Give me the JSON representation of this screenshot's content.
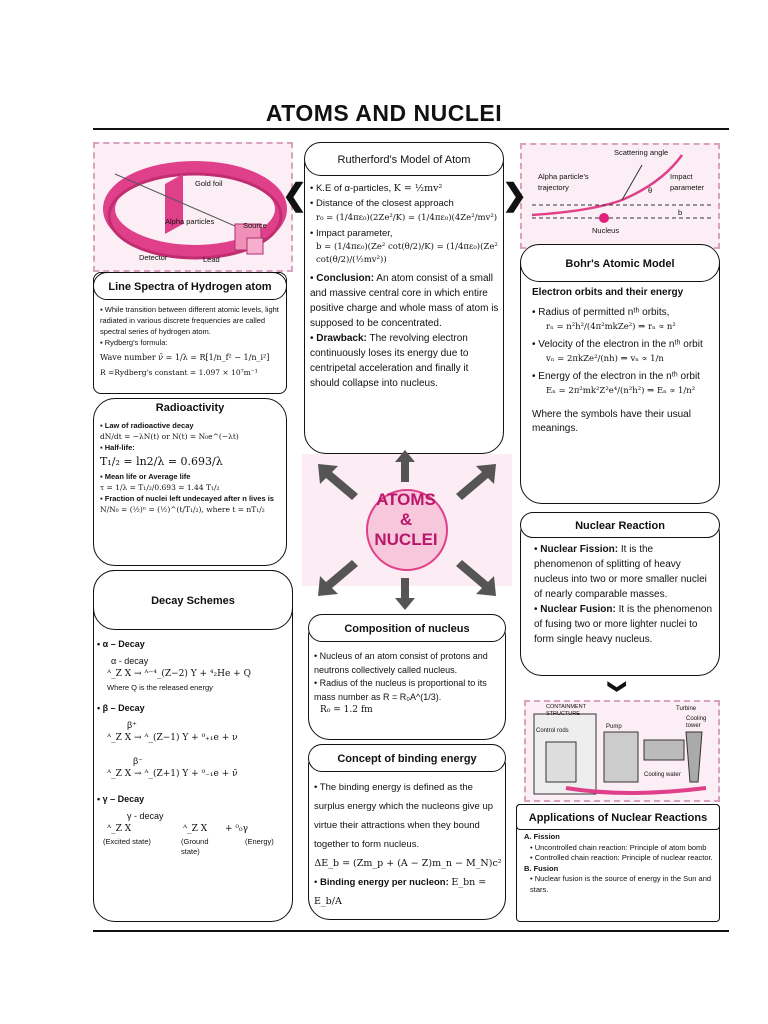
{
  "title": "ATOMS AND NUCLEI",
  "rutherford": {
    "heading": "Rutherford's Model of Atom",
    "ke_label": "K.E of α-particles,",
    "ke_formula": "K = ½mv²",
    "closest": "Distance of the closest approach",
    "r0_formula": "r₀ = (1/4πε₀)(2Ze²/K) = (1/4πε₀)(4Ze²/mv²)",
    "impact": "Impact parameter,",
    "b_formula": "b = (1/4πε₀)(Ze² cot(θ/2)/K) = (1/4πε₀)(Ze² cot(θ/2)/(½mv²))",
    "conclusion_label": "Conclusion:",
    "conclusion": " An atom consist of a small and massive central core in which entire positive charge and whole mass of atom is supposed to be concentrated.",
    "drawback_label": "Drawback:",
    "drawback": " The revolving electron continuously loses its energy due to centripetal acceleration and finally it should collapse into nucleus."
  },
  "gold_foil_img": {
    "gold_foil": "Gold foil",
    "alpha": "Alpha particles",
    "source": "Source",
    "detector": "Detector",
    "lead": "Lead"
  },
  "scatter_img": {
    "angle": "Scattering angle",
    "trajectory": "Alpha particle's trajectory",
    "impact": "Impact parameter",
    "theta": "θ",
    "b": "b",
    "nucleus": "Nucleus"
  },
  "line_spectra": {
    "heading": "Line Spectra of Hydrogen atom",
    "p1": "While transition between different atomic levels, light radiated in various discrete frequencies are called spectral series of hydrogen atom.",
    "p2": "Rydberg's formula:",
    "wave": "Wave number  ν̄ = 1/λ = R[1/n_f² − 1/n_i²]",
    "const": "R =Rydberg's constant = 1.097 × 10⁷m⁻¹"
  },
  "radioactivity": {
    "heading": "Radioactivity",
    "law": "Law of radioactive decay",
    "law_f": "dN/dt = −λN(t)  or  N(t) = N₀e^(−λt)",
    "half": "Half-life:",
    "half_f": "T₁/₂ = ln2/λ = 0.693/λ",
    "mean": "Mean life or Average life",
    "mean_f": "τ = 1/λ = T₁/₂/0.693 = 1.44 T₁/₂",
    "frac": "Fraction of nuclei left undecayed after n lives is",
    "frac_f": "N/N₀ = (½)ⁿ = (½)^(t/T₁/₂), where  t = nT₁/₂"
  },
  "bohr": {
    "heading": "Bohr's Atomic Model",
    "sub": "Electron orbits and their energy",
    "r_label": "Radius of permitted nᵗʰ orbits,",
    "r_f": "rₙ = n²h²/(4π²mkZe²) ⇒ rₙ ∝ n²",
    "v_label": "Velocity of the electron in the nᵗʰ orbit",
    "v_f": "vₙ = 2πkZe²/(nh) ⇒ vₙ ∝ 1/n",
    "e_label": "Energy of the electron in the nᵗʰ orbit",
    "e_f": "Eₙ = 2π²mk²Z²e⁴/(n²h²) ⇒ Eₙ ∝ 1/n²",
    "note": "Where the symbols have their usual meanings."
  },
  "center_logo": {
    "l1": "ATOMS",
    "l2": "&",
    "l3": "NUCLEI"
  },
  "nuclear_reaction": {
    "heading": "Nuclear Reaction",
    "fission_label": "Nuclear Fission:",
    "fission": " It is the phenomenon of splitting of heavy nucleus into two or more smaller nuclei of nearly comparable masses.",
    "fusion_label": "Nuclear Fusion:",
    "fusion": " It is the phenomenon of fusing two or more lighter nuclei to form single heavy nucleus."
  },
  "reactor_img": {
    "containment": "CONTAINMENT STRUCTURE",
    "control": "Control rods",
    "pump": "Pump",
    "turbine": "Turbine",
    "cooling_tower": "Cooling tower",
    "cooling_water": "Cooling water"
  },
  "decay": {
    "heading": "Decay Schemes",
    "alpha": "α – Decay",
    "alpha_arrow": "α - decay",
    "alpha_f": "ᴬ_Z X → ᴬ⁻⁴_(Z−2) Y + ⁴₂He + Q",
    "alpha_note": "Where Q is the released energy",
    "beta": "β – Decay",
    "beta_plus": "β⁺",
    "beta_plus_f": "ᴬ_Z X → ᴬ_(Z−1) Y + ⁰₊₁e + ν",
    "beta_minus": "β⁻",
    "beta_minus_f": "ᴬ_Z X → ᴬ_(Z+1) Y + ⁰₋₁e + ν̄",
    "gamma": "γ – Decay",
    "gamma_arrow": "γ - decay",
    "gamma_f1": "ᴬ_Z X",
    "gamma_f2": "ᴬ_Z X",
    "gamma_f3": "+    ⁰₀γ",
    "excited": "(Excited state)",
    "ground": "(Ground state)",
    "energy": "(Energy)"
  },
  "composition": {
    "heading": "Composition of nucleus",
    "p1": "Nucleus of an atom consist of protons and neutrons collectively called nucleus.",
    "p2": "Radius of the nucleus is proportional to its mass number as  R = R₀A^(1/3).",
    "p3": "R₀ = 1.2 fm"
  },
  "binding": {
    "heading": "Concept of binding energy",
    "p1": "The binding energy is defined as the surplus energy which the nucleons give up virtue their attractions when they bound together to form nucleus.",
    "f1": "ΔE_b = (Zm_p + (A − Z)m_n − M_N)c²",
    "p2": "Binding energy per nucleon: ",
    "f2": "E_bn = E_b/A"
  },
  "applications": {
    "heading": "Applications of Nuclear Reactions",
    "a": "A.    Fission",
    "a1": "Uncontrolled chain reaction: Principle of atom bomb",
    "a2": "Controlled chain reaction: Principle of nuclear reactor.",
    "b": "B.    Fusion",
    "b1": "Nuclear fusion is the source of energy in the Sun and stars."
  }
}
